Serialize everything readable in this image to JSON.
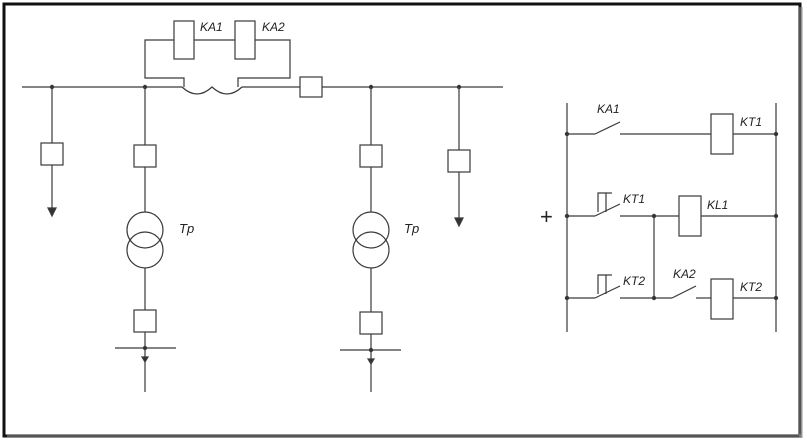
{
  "diagram": {
    "labels": {
      "ka1_top": "KA1",
      "ka2_top": "KA2",
      "tp_left": "Tp",
      "tp_right": "Tp",
      "ka1_ctrl": "KA1",
      "kt1_coil": "KT1",
      "kt1_contact": "KT1",
      "kl1_coil": "KL1",
      "kt2_contact": "KT2",
      "ka2_ctrl": "KA2",
      "kt2_coil": "KT2",
      "plus_sign": "+"
    },
    "colors": {
      "line": "#3a3a3a",
      "frame": "#111111"
    }
  }
}
